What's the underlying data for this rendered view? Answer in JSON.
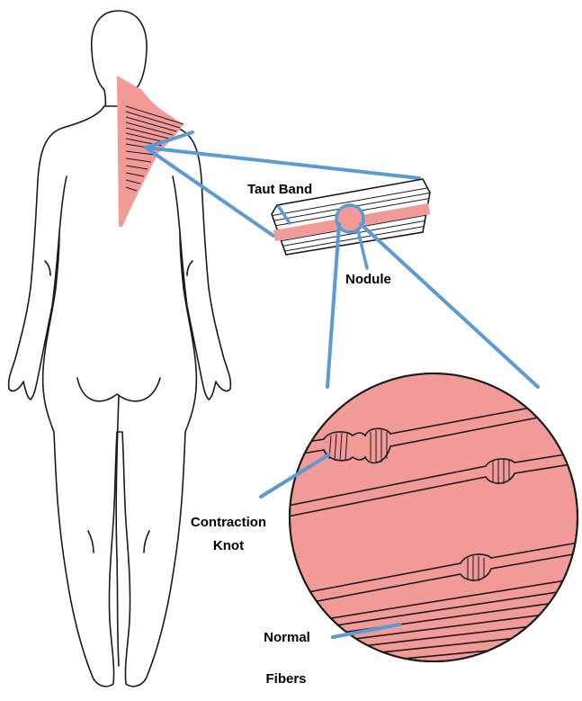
{
  "labels": {
    "taut_band": "Taut Band",
    "nodule": "Nodule",
    "contraction_line1": "Contraction",
    "contraction_line2": "Knot",
    "normal_line1": "Normal",
    "normal_line2": "Fibers"
  },
  "colors": {
    "muscle_pink": "#f29a97",
    "connector_blue": "#5b9bd5",
    "outline": "#1a1a1a",
    "background": "#ffffff"
  }
}
